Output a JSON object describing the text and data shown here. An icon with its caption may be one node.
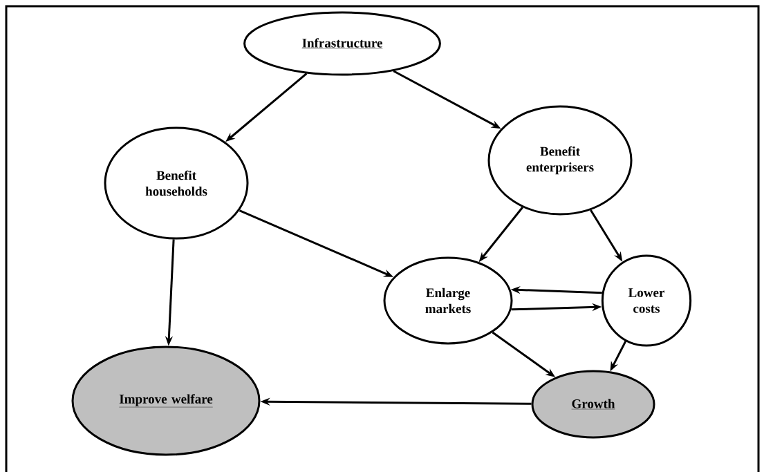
{
  "diagram": {
    "nodes": [
      {
        "text": [
          "Infrastructure"
        ]
      },
      {
        "text": [
          "Benefit households"
        ]
      },
      {
        "text": [
          "Benefit enterprisers"
        ]
      },
      {
        "text": [
          "Enlarge markets"
        ]
      },
      {
        "text": [
          "Lower costs"
        ]
      },
      {
        "text": [
          "Improve welfare"
        ]
      },
      {
        "text": [
          "Growth"
        ]
      }
    ],
    "edges": [
      {
        "from": 0,
        "to": 1,
        "arrow": "to"
      },
      {
        "from": 0,
        "to": 2,
        "arrow": "to"
      },
      {
        "from": 1,
        "to": 5,
        "arrow": "to"
      },
      {
        "from": 1,
        "to": 3,
        "arrow": "to"
      },
      {
        "from": 2,
        "to": 3,
        "arrow": "to"
      },
      {
        "from": 2,
        "to": 4,
        "arrow": "to"
      },
      {
        "from": 4,
        "to": 3,
        "arrow": "to"
      },
      {
        "from": 3,
        "to": 4,
        "arrow": "to"
      },
      {
        "from": 3,
        "to": 6,
        "arrow": "to"
      },
      {
        "from": 4,
        "to": 6,
        "arrow": "to"
      },
      {
        "from": 6,
        "to": 5,
        "arrow": "to"
      }
    ]
  }
}
